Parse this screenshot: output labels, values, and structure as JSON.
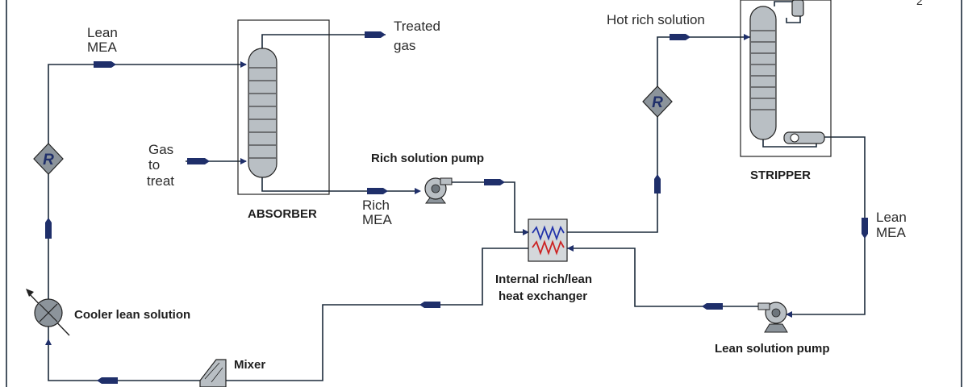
{
  "labels": {
    "lean_mea_left": [
      "Lean",
      "MEA"
    ],
    "treated_gas": [
      "Treated",
      "gas"
    ],
    "gas_to_treat": [
      "Gas",
      "to",
      "treat"
    ],
    "absorber": "ABSORBER",
    "rich_mea": [
      "Rich",
      "MEA"
    ],
    "rich_solution_pump": "Rich solution pump",
    "hot_rich_solution": "Hot rich solution",
    "stripper": "STRIPPER",
    "lean_mea_right": [
      "Lean",
      "MEA"
    ],
    "heat_exchanger": [
      "Internal rich/lean",
      "heat exchanger"
    ],
    "lean_solution_pump": "Lean solution pump",
    "cooler_lean_solution": "Cooler lean solution",
    "mixer": "Mixer",
    "recycle_symbol": "R",
    "corner_mark": "2"
  },
  "colors": {
    "line": "#1b2a3a",
    "arrow": "#1f2f6a",
    "column_fill": "#b9bfc4",
    "hx_hot": "#cc2222",
    "hx_cold": "#2233aa",
    "equipment_fill": "#8c949b"
  },
  "icons": {
    "recycle_left": "recycle-diamond-icon",
    "recycle_right": "recycle-diamond-icon",
    "rich_pump": "pump-icon",
    "lean_pump": "pump-icon",
    "cooler": "cooler-icon",
    "mixer": "mixer-icon",
    "heat_exchanger": "heat-exchanger-icon",
    "absorber_column": "column-icon",
    "stripper_column": "column-icon"
  }
}
